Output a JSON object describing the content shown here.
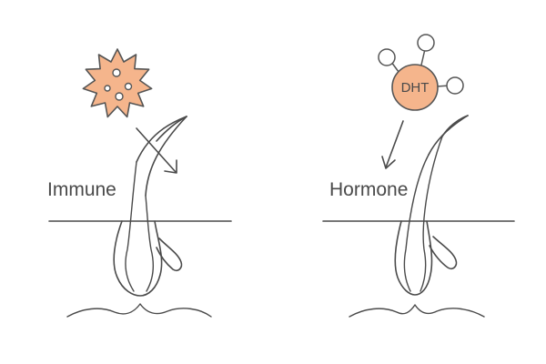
{
  "panels": [
    {
      "label": "Immune"
    },
    {
      "label": "Hormone"
    }
  ],
  "molecule": {
    "label": "DHT"
  },
  "icons": {
    "left": [
      "virus-icon",
      "arrow-icon",
      "hair-follicle-icon"
    ],
    "right": [
      "dht-molecule-icon",
      "arrow-icon",
      "hair-follicle-icon"
    ]
  },
  "colors": {
    "line": "#4a4a4a",
    "accent_fill": "#f5b58c",
    "accent_stroke": "#555555",
    "text": "#4a4a4a"
  }
}
